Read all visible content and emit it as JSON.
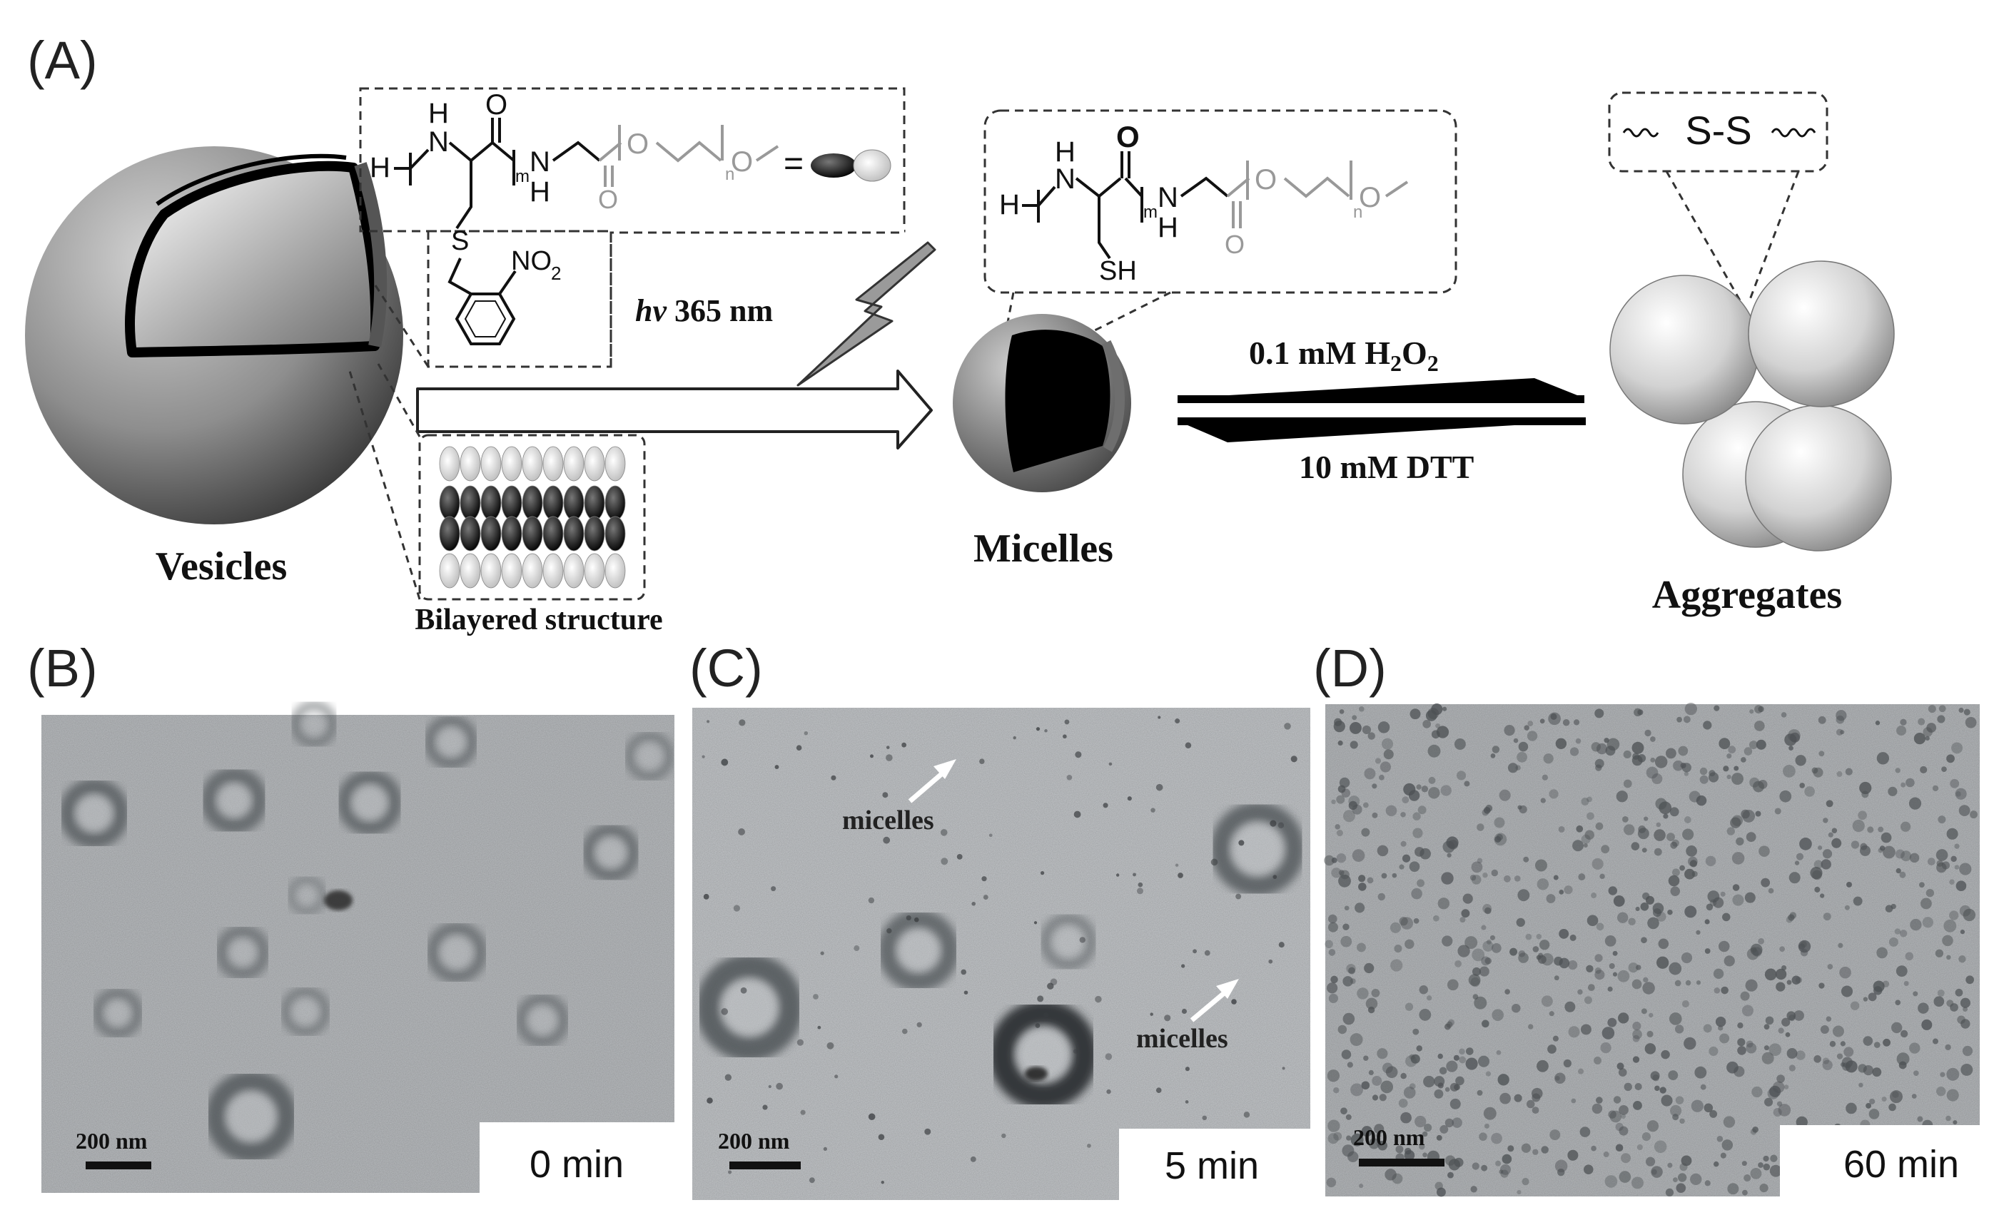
{
  "panels": {
    "a": {
      "letter": "(A)",
      "vesicles": "Vesicles",
      "bilayer": "Bilayered structure",
      "light": "hv",
      "light_wavelength": "365 nm",
      "micelles": "Micelles",
      "aggregates": "Aggregates",
      "ox_prefix": "0.1 mM H",
      "ox_sub1": "2",
      "ox_mid": "O",
      "ox_sub2": "2",
      "red": "10 mM DTT",
      "disulfide": "S-S",
      "chem1": {
        "H": "H",
        "NH": "N",
        "NH_h": "H",
        "O": "O",
        "m": "m",
        "N2": "N",
        "N2_h": "H",
        "O_ester": "O",
        "O_eg": "O",
        "n": "n",
        "O_me": "O",
        "eq": "=",
        "S": "S",
        "NO2": "NO",
        "NO2_sub": "2"
      },
      "chem2": {
        "H": "H",
        "NH": "N",
        "NH_h": "H",
        "O": "O",
        "m": "m",
        "N2": "N",
        "N2_h": "H",
        "O_ester": "O",
        "O_eg": "O",
        "n": "n",
        "O_me": "O",
        "SH": "SH"
      }
    },
    "b": {
      "letter": "(B)",
      "time": "0 min",
      "scale": "200 nm"
    },
    "c": {
      "letter": "(C)",
      "time": "5 min",
      "scale": "200 nm",
      "label1": "micelles",
      "label2": "micelles"
    },
    "d": {
      "letter": "(D)",
      "time": "60 min",
      "scale": "200 nm"
    }
  }
}
